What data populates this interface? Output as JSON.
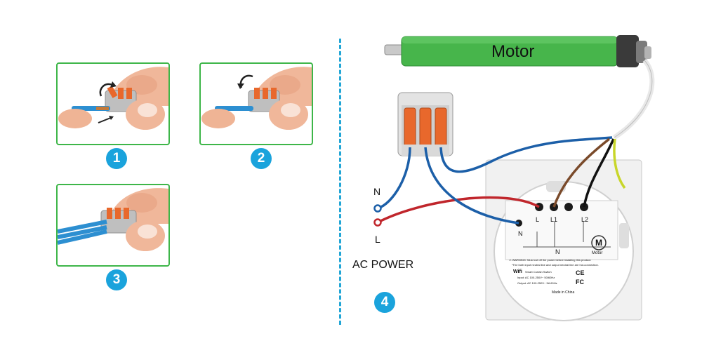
{
  "steps": {
    "one": "1",
    "two": "2",
    "three": "3",
    "four": "4"
  },
  "motor": {
    "label": "Motor"
  },
  "power": {
    "n_label": "N",
    "l_label": "L",
    "title": "AC POWER"
  },
  "switch_terminals": {
    "l": "L",
    "l1": "L1",
    "l2": "L2",
    "n_left": "N",
    "n_bottom": "N",
    "m_symbol": "M",
    "motor_small": "Motor"
  },
  "switch_back": {
    "warning": "⚠ WARNING: Must cut off the power before installing this product.",
    "note": "*The both input neutral line and output neutral line are hot-connection.",
    "brand": "Wifi",
    "model": "Smart Curtain Switch",
    "input": "Input: AC 100-250V~ 50/60Hz",
    "output": "Output: AC 100-250V~ 5A 60Hz",
    "ce": "CE",
    "fc": "FC",
    "made_in": "Made in China"
  },
  "colors": {
    "panel_border": "#3eb649",
    "badge": "#1aa3dc",
    "divider": "#22a6d6",
    "motor_green": "#47b54b",
    "wire_blue": "#1c5fa8",
    "wire_red": "#c0262c",
    "wire_brown": "#7a4a2a",
    "wire_black": "#111111",
    "wire_yellow_green": "#c8d62a",
    "connector_orange": "#e8682c"
  }
}
